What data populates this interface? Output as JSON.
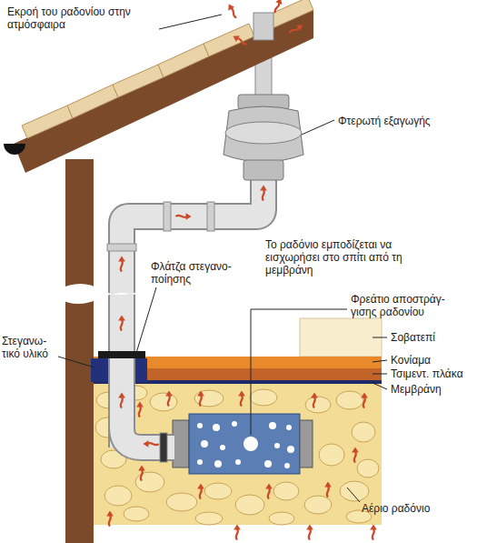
{
  "diagram": {
    "labels": [
      "Εκροή του ραδονίου στην ατμόσφαιρα",
      "Φτερωτή εξαγωγής",
      "Φλάτζα στεγανο- ποίησης",
      "Το ραδόνιο εμποδίζεται να εισχωρήσει στο σπίτι από τη μεμβράνη",
      "Φρεάτιο αποστράγ- γισης ραδονίου",
      "Σοβατεπί",
      "Κονίαμα",
      "Τσιμεντ. πλάκα",
      "Μεμβράνη",
      "Στεγανω- τικό υλικό",
      "Αέριο ραδόνιο"
    ]
  }
}
